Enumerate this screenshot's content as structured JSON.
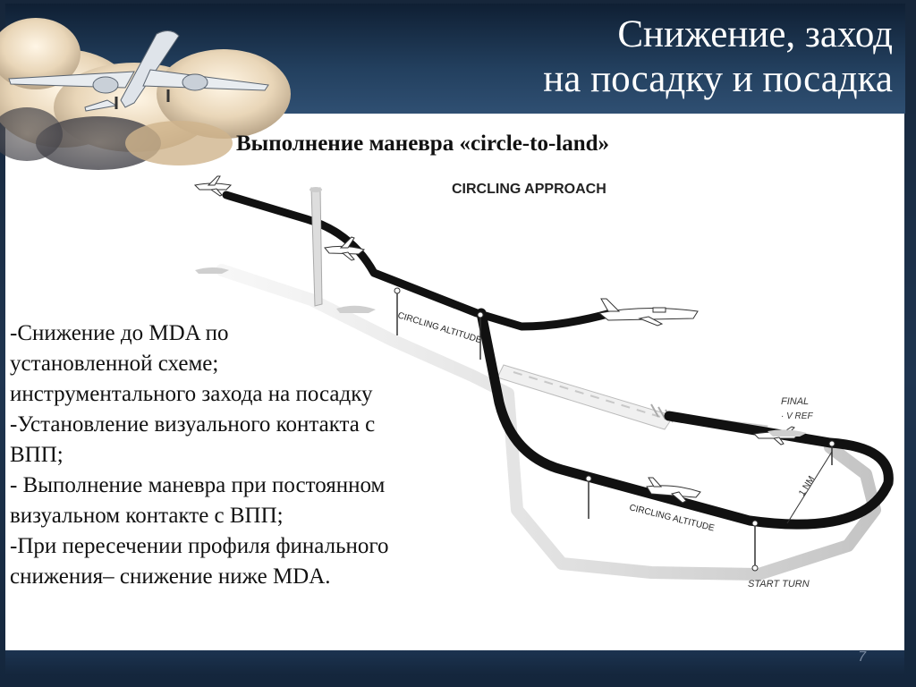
{
  "slide": {
    "title_line1": "Снижение, заход",
    "title_line2": "на посадку и посадка",
    "subtitle": "Выполнение маневра «circle-to-land»",
    "page_number": "7"
  },
  "body": {
    "lines": [
      "-Снижение до MDA по",
      "установленной схеме;",
      "инструментального захода на посадку",
      "-Установление визуального контакта с",
      "ВПП;",
      "- Выполнение маневра при постоянном",
      "визуальном контакте с ВПП;",
      "-При пересечении профиля финального",
      "снижения– снижение ниже MDA."
    ]
  },
  "diagram": {
    "heading": "CIRCLING APPROACH",
    "label_circling_altitude_1": "CIRCLING ALTITUDE",
    "label_circling_altitude_2": "CIRCLING ALTITUDE",
    "label_final": "FINAL",
    "label_vref": "· V REF",
    "label_1nm": "1 NM",
    "label_start_turn": "START TURN"
  },
  "colors": {
    "header_dark": "#0f1f33",
    "header_light": "#2f4f72",
    "path_black": "#111111",
    "shadow_gray": "#c8c8c8"
  }
}
